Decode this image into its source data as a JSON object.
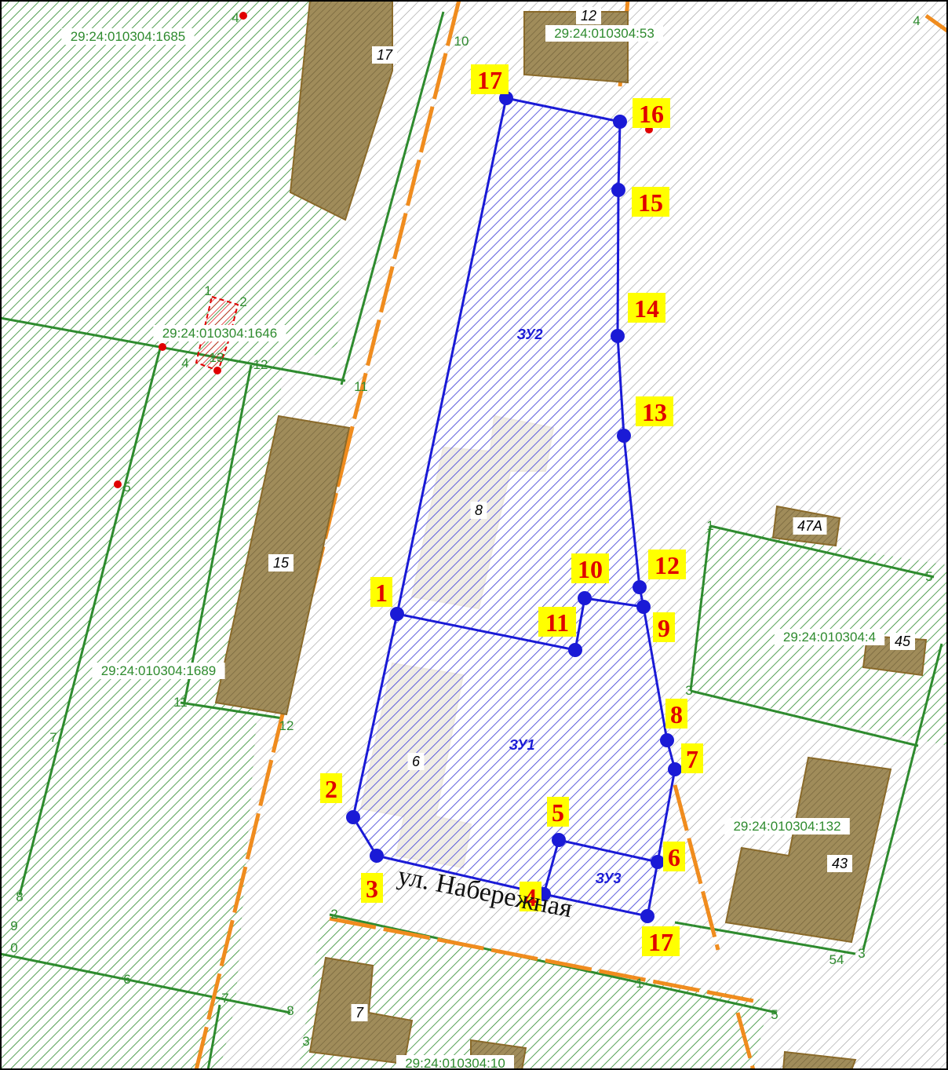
{
  "street_name": "ул. Набережная",
  "cadastral_labels": [
    "29:24:010304:1685",
    "29:24:010304:53",
    "29:24:010304:1646",
    "29:24:010304:1689",
    "29:24:010304:4",
    "29:24:010304:132",
    "29:24:010304:10"
  ],
  "zones": [
    "ЗУ1",
    "ЗУ2",
    "ЗУ3"
  ],
  "buildings": [
    "17",
    "12",
    "8",
    "15",
    "6",
    "7",
    "47А",
    "45",
    "43"
  ],
  "point_labels": [
    "1",
    "2",
    "3",
    "4",
    "5",
    "6",
    "7",
    "8",
    "9",
    "10",
    "11",
    "12",
    "13",
    "14",
    "15",
    "16",
    "17",
    "17"
  ],
  "green_numbers": [
    "4",
    "10",
    "1",
    "2",
    "4",
    "13",
    "12",
    "11",
    "5",
    "11",
    "12",
    "7",
    "8",
    "9",
    "0",
    "6",
    "7",
    "8",
    "3",
    "2",
    "1",
    "5",
    "1",
    "5",
    "3",
    "54",
    "3",
    "4"
  ],
  "colors": {
    "parcel_outline": "#1a1ad6",
    "point_fill": "#1a1ad6",
    "label_bg": "#ffff00",
    "label_text": "#e00000",
    "cadastral_green": "#2e8b2e",
    "boundary_orange": "#f08c1e",
    "building_fill": "#a08c5a"
  }
}
